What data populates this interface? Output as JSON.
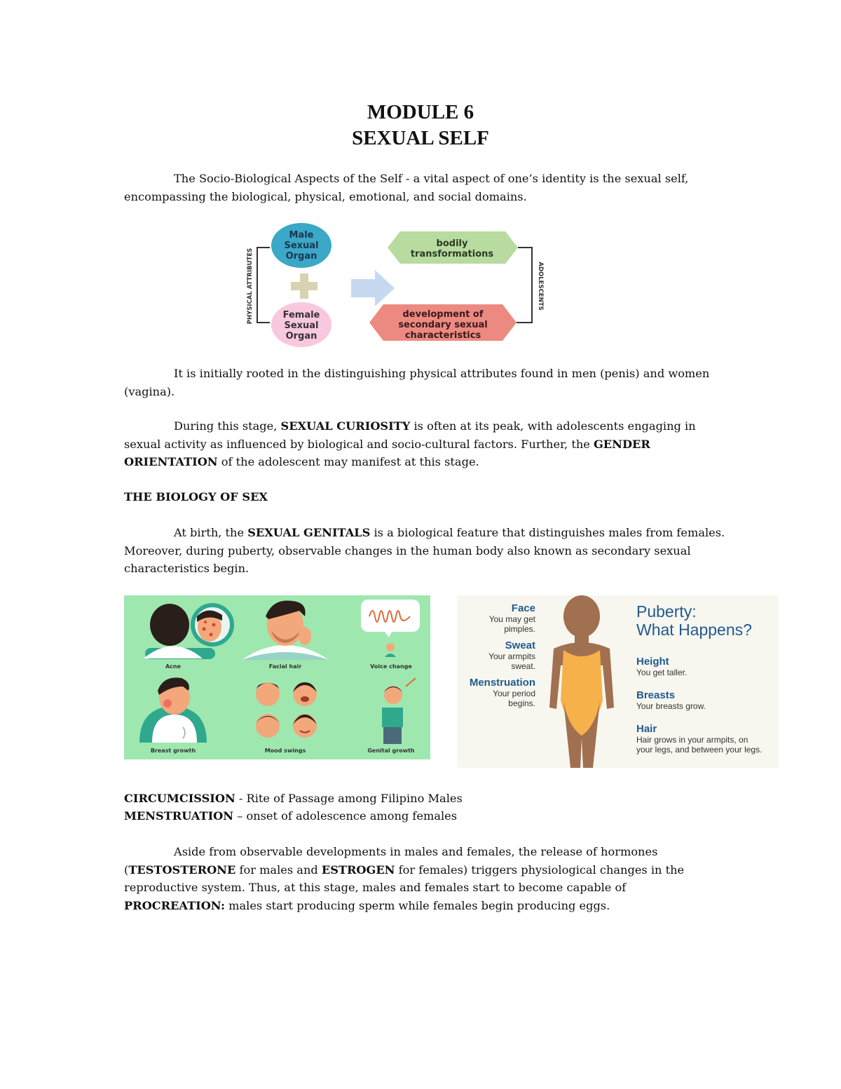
{
  "header": {
    "module": "MODULE 6",
    "title": "SEXUAL SELF"
  },
  "intro": "The Socio-Biological Aspects of the Self - a vital aspect of one’s identity is the sexual self, encompassing the biological, physical, emotional, and social domains.",
  "diagram1": {
    "left_label": "PHYSICAL ATTRIBUTES",
    "male": [
      "Male",
      "Sexual",
      "Organ"
    ],
    "female": [
      "Female",
      "Sexual",
      "Organ"
    ],
    "plus": "+",
    "top": [
      "bodily",
      "transformations"
    ],
    "bottom": [
      "development of",
      "secondary sexual",
      "characteristics"
    ],
    "right_label": "ADOLESCENTS",
    "colors": {
      "male": "#3aa8c6",
      "female": "#f8c8de",
      "top": "#b8dba0",
      "bottom": "#ec8a82",
      "arrow": "#c6d9f1",
      "plus": "#d7d2b0"
    }
  },
  "para1": "It is initially rooted in the distinguishing physical attributes found in men (penis) and women (vagina).",
  "para2": {
    "a": "During this stage, ",
    "b": "SEXUAL CURIOSITY",
    "c": " is often at its peak, with adolescents engaging in sexual activity as influenced by biological and socio-cultural factors. Further, the ",
    "d": "GENDER ORIENTATION",
    "e": " of the adolescent may manifest at this stage."
  },
  "section_heading": "THE BIOLOGY OF SEX",
  "para3": {
    "a": "At birth, the ",
    "b": "SEXUAL GENITALS",
    "c": " is a biological feature that distinguishes males from females. Moreover, during puberty, observable changes in the human body also known as secondary sexual characteristics begin."
  },
  "illustration": {
    "bg": "#9ee8b0",
    "panels": [
      "Acne",
      "Facial hair",
      "Voice change",
      "Breast growth",
      "Mood swings",
      "Genital growth"
    ]
  },
  "puberty": {
    "title": [
      "Puberty:",
      "What Happens?"
    ],
    "left": [
      {
        "head": "Face",
        "text": [
          "You may get",
          "pimples."
        ]
      },
      {
        "head": "Sweat",
        "text": [
          "Your armpits",
          "sweat."
        ]
      },
      {
        "head": "Menstruation",
        "text": [
          "Your period",
          "begins."
        ]
      }
    ],
    "right": [
      {
        "head": "Height",
        "text": [
          "You get taller."
        ]
      },
      {
        "head": "Breasts",
        "text": [
          "Your breasts grow."
        ]
      },
      {
        "head": "Hair",
        "text": [
          "Hair grows in your armpits, on",
          "your legs, and between your legs."
        ]
      }
    ],
    "colors": {
      "bg": "#f7f6ef",
      "skin": "#a07050",
      "suit": "#f6b14a",
      "head": "#1f5b8f"
    }
  },
  "defs": [
    {
      "term": "CIRCUMCISSION",
      "text": " - Rite of Passage among Filipino Males"
    },
    {
      "term": "MENSTRUATION",
      "text": " – onset of adolescence among females"
    }
  ],
  "para4": {
    "a": "Aside from observable developments in males and females, the release of hormones (",
    "b": "TESTOSTERONE",
    "c": " for males and ",
    "d": "ESTROGEN",
    "e": " for females) triggers physiological changes in the reproductive system. Thus, at this stage, males and females start to become capable of ",
    "f": "PROCREATION:",
    "g": " males start producing sperm while females begin producing eggs."
  }
}
